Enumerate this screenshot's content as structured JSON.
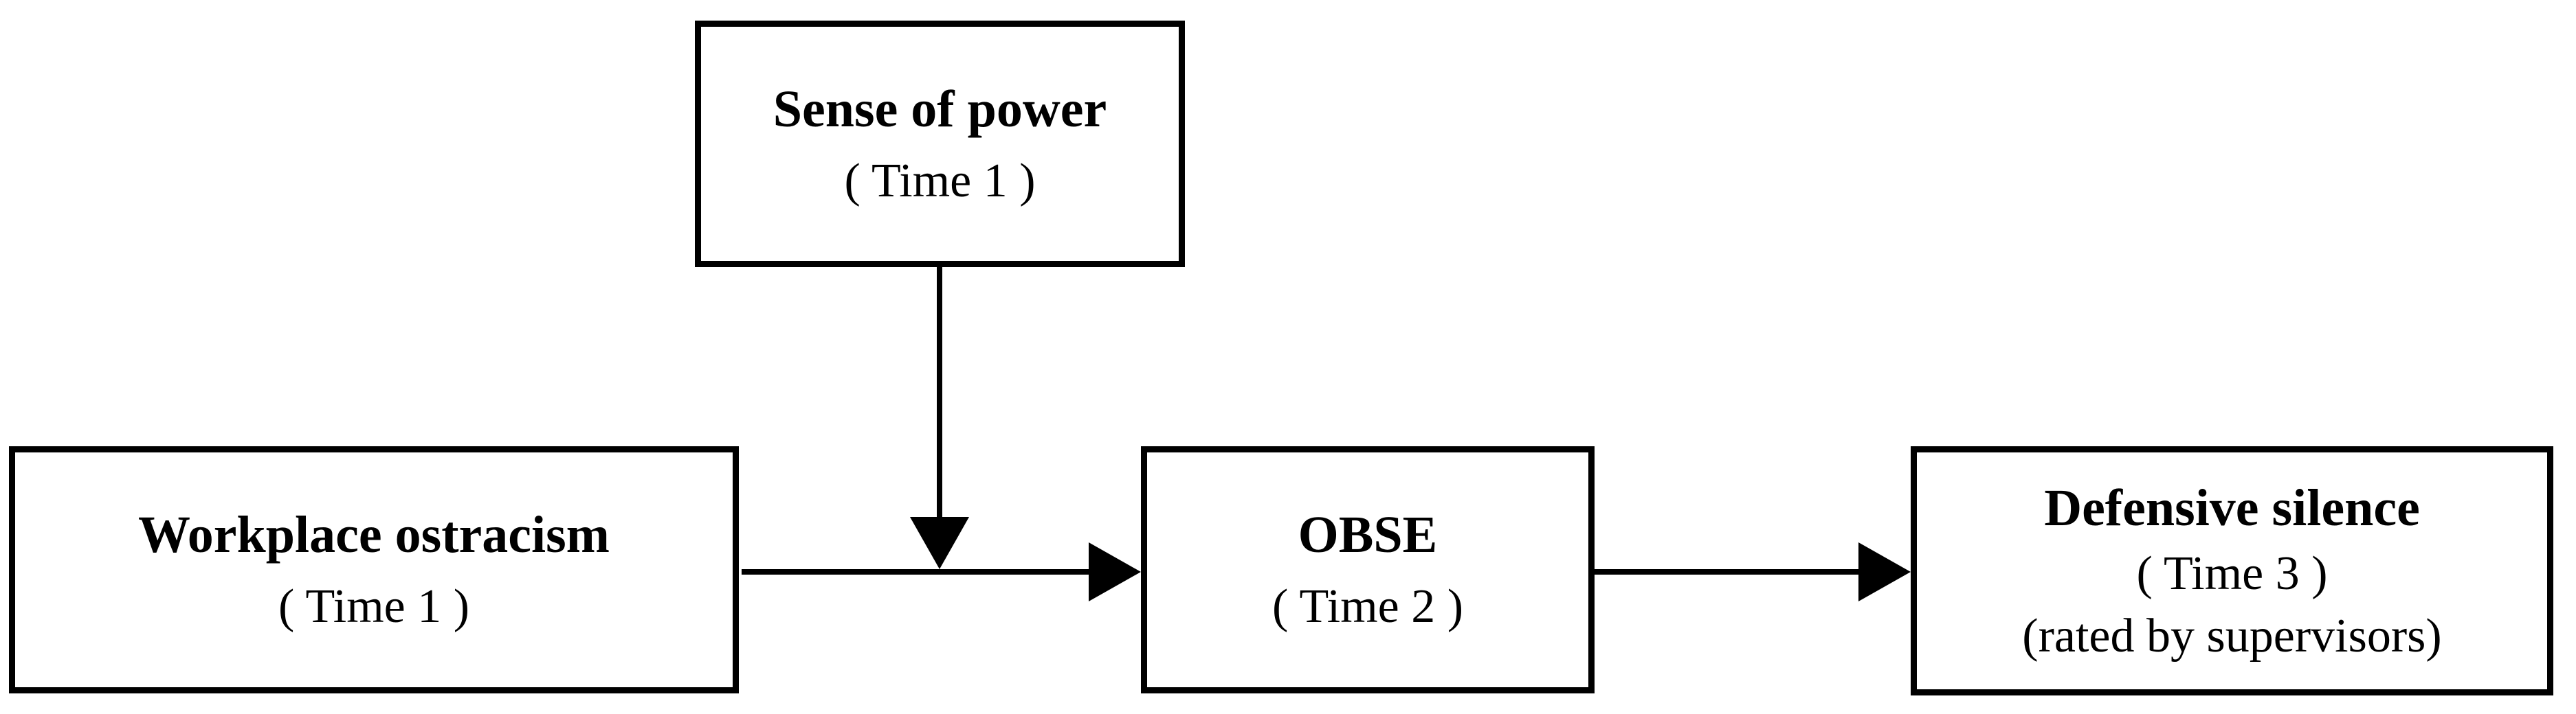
{
  "diagram": {
    "type": "path-model",
    "colors": {
      "background": "#ffffff",
      "line": "#000000",
      "text": "#000000",
      "node_fill": "#ffffff",
      "node_border": "#000000"
    },
    "nodes": {
      "moderator": {
        "title": "Sense of power",
        "subtitle": "( Time 1 )"
      },
      "predictor": {
        "title": "Workplace ostracism",
        "subtitle": "( Time 1 )"
      },
      "mediator": {
        "title": "OBSE",
        "subtitle": "( Time 2 )"
      },
      "outcome": {
        "title": "Defensive silence",
        "subtitle": "( Time 3 )",
        "note": "(rated by supervisors)"
      }
    },
    "edges": [
      {
        "from": "Workplace ostracism ( Time 1 )",
        "to": "OBSE ( Time 2 )",
        "style": "solid",
        "arrowhead": "filled-triangle"
      },
      {
        "from": "OBSE ( Time 2 )",
        "to": "Defensive silence ( Time 3 )",
        "style": "solid",
        "arrowhead": "filled-triangle"
      },
      {
        "from": "Sense of power ( Time 1 )",
        "to": "path between Workplace ostracism and OBSE",
        "style": "solid",
        "arrowhead": "filled-triangle",
        "role": "moderation"
      }
    ]
  }
}
